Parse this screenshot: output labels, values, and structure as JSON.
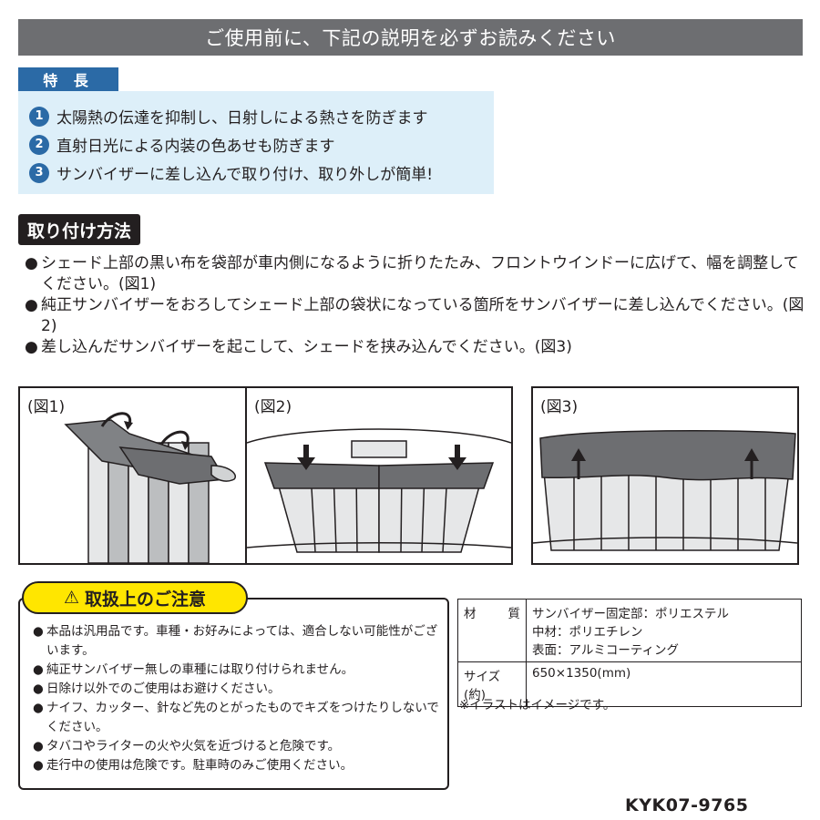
{
  "banner": "ご使用前に、下記の説明を必ずお読みください",
  "features": {
    "label": "特 長",
    "items": [
      {
        "num": "1",
        "text": "太陽熱の伝達を抑制し、日射しによる熱さを防ぎます"
      },
      {
        "num": "2",
        "text": "直射日光による内装の色あせも防ぎます"
      },
      {
        "num": "3",
        "text": "サンバイザーに差し込んで取り付け、取り外しが簡単!"
      }
    ]
  },
  "mounting": {
    "label": "取り付け方法",
    "bullet": "●",
    "lines": [
      "シェード上部の黒い布を袋部が車内側になるように折りたたみ、フロントウインドーに広げて、幅を調整してください。(図1)",
      "純正サンバイザーをおろしてシェード上部の袋状になっている箇所をサンバイザーに差し込んでください。(図2)",
      "差し込んだサンバイザーを起こして、シェードを挟み込んでください。(図3)"
    ]
  },
  "figures": [
    {
      "label": "(図1)"
    },
    {
      "label": "(図2)"
    },
    {
      "label": "(図3)"
    }
  ],
  "caution": {
    "title": "取扱上のご注意",
    "warn_symbol": "⚠",
    "bullet": "●",
    "items": [
      "本品は汎用品です。車種・お好みによっては、適合しない可能性がございます。",
      "純正サンバイザー無しの車種には取り付けられません。",
      "日除け以外でのご使用はお避けください。",
      "ナイフ、カッター、針など先のとがったものでキズをつけたりしないでください。",
      "タバコやライターの火や火気を近づけると危険です。",
      "走行中の使用は危険です。駐車時のみご使用ください。"
    ]
  },
  "spec": {
    "material_label_1": "材",
    "material_label_2": "質",
    "material_lines": [
      "サンバイザー固定部：ポリエステル",
      "中材：ポリエチレン",
      "表面：アルミコーティング"
    ],
    "size_label": "サイズ(約)",
    "size_value": "650×1350(mm)"
  },
  "note": "※イラストはイメージです。",
  "code": "KYK07-9765",
  "colors": {
    "banner": "#6d6e71",
    "feature_accent": "#2b6aa6",
    "feature_bg": "#ddeff9",
    "caution_tag": "#ffe600"
  }
}
